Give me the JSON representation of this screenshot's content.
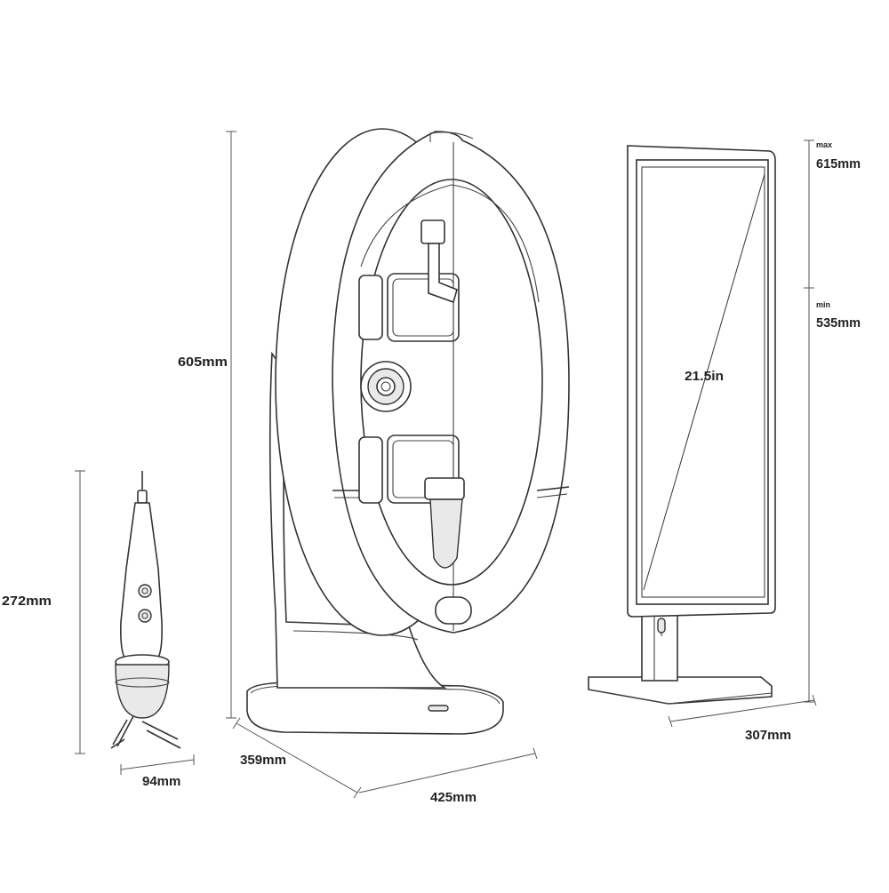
{
  "dimensions": {
    "main_height": "605mm",
    "base_depth": "359mm",
    "base_width": "425mm",
    "probe_height": "272mm",
    "probe_width": "94mm",
    "screen_size": "21.5in",
    "monitor_width": "307mm",
    "monitor_max_label": "max",
    "monitor_max_height": "615mm",
    "monitor_min_label": "min",
    "monitor_min_height": "535mm"
  }
}
